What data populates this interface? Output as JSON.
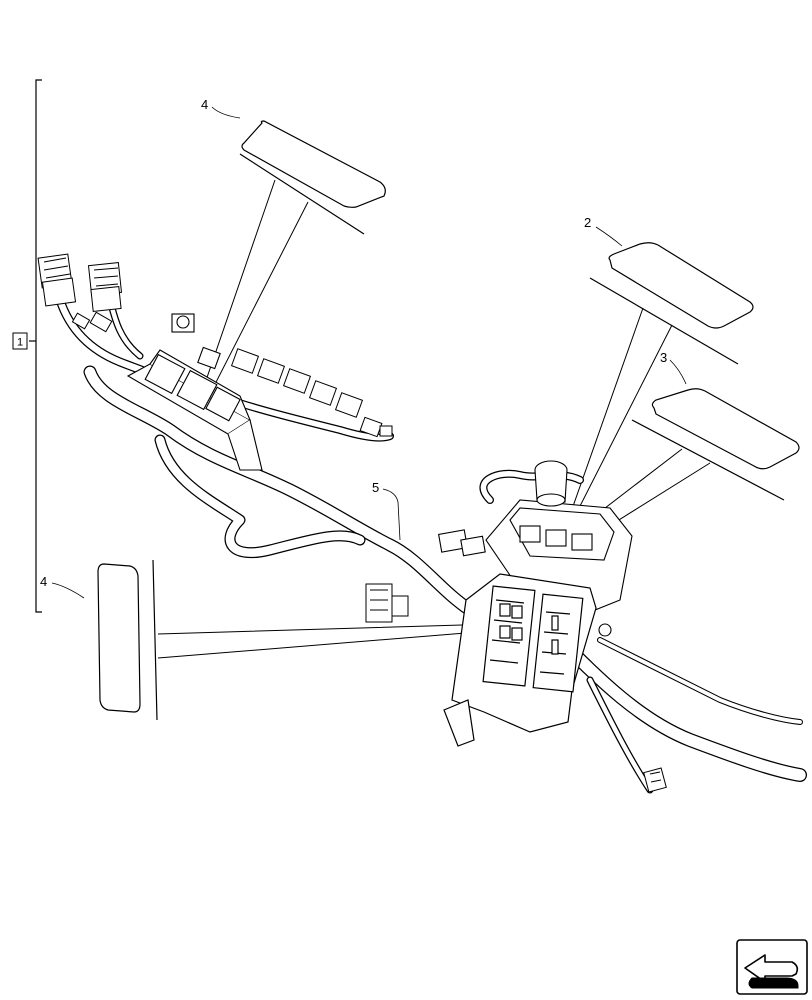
{
  "diagram": {
    "callouts": [
      {
        "id": "assembly",
        "label": "1"
      },
      {
        "id": "decal-2",
        "label": "2"
      },
      {
        "id": "decal-3",
        "label": "3"
      },
      {
        "id": "decal-4-top",
        "label": "4"
      },
      {
        "id": "decal-4-left",
        "label": "4"
      },
      {
        "id": "harness-5",
        "label": "5"
      }
    ],
    "nav_icon": "page-turn-arrow-icon"
  }
}
